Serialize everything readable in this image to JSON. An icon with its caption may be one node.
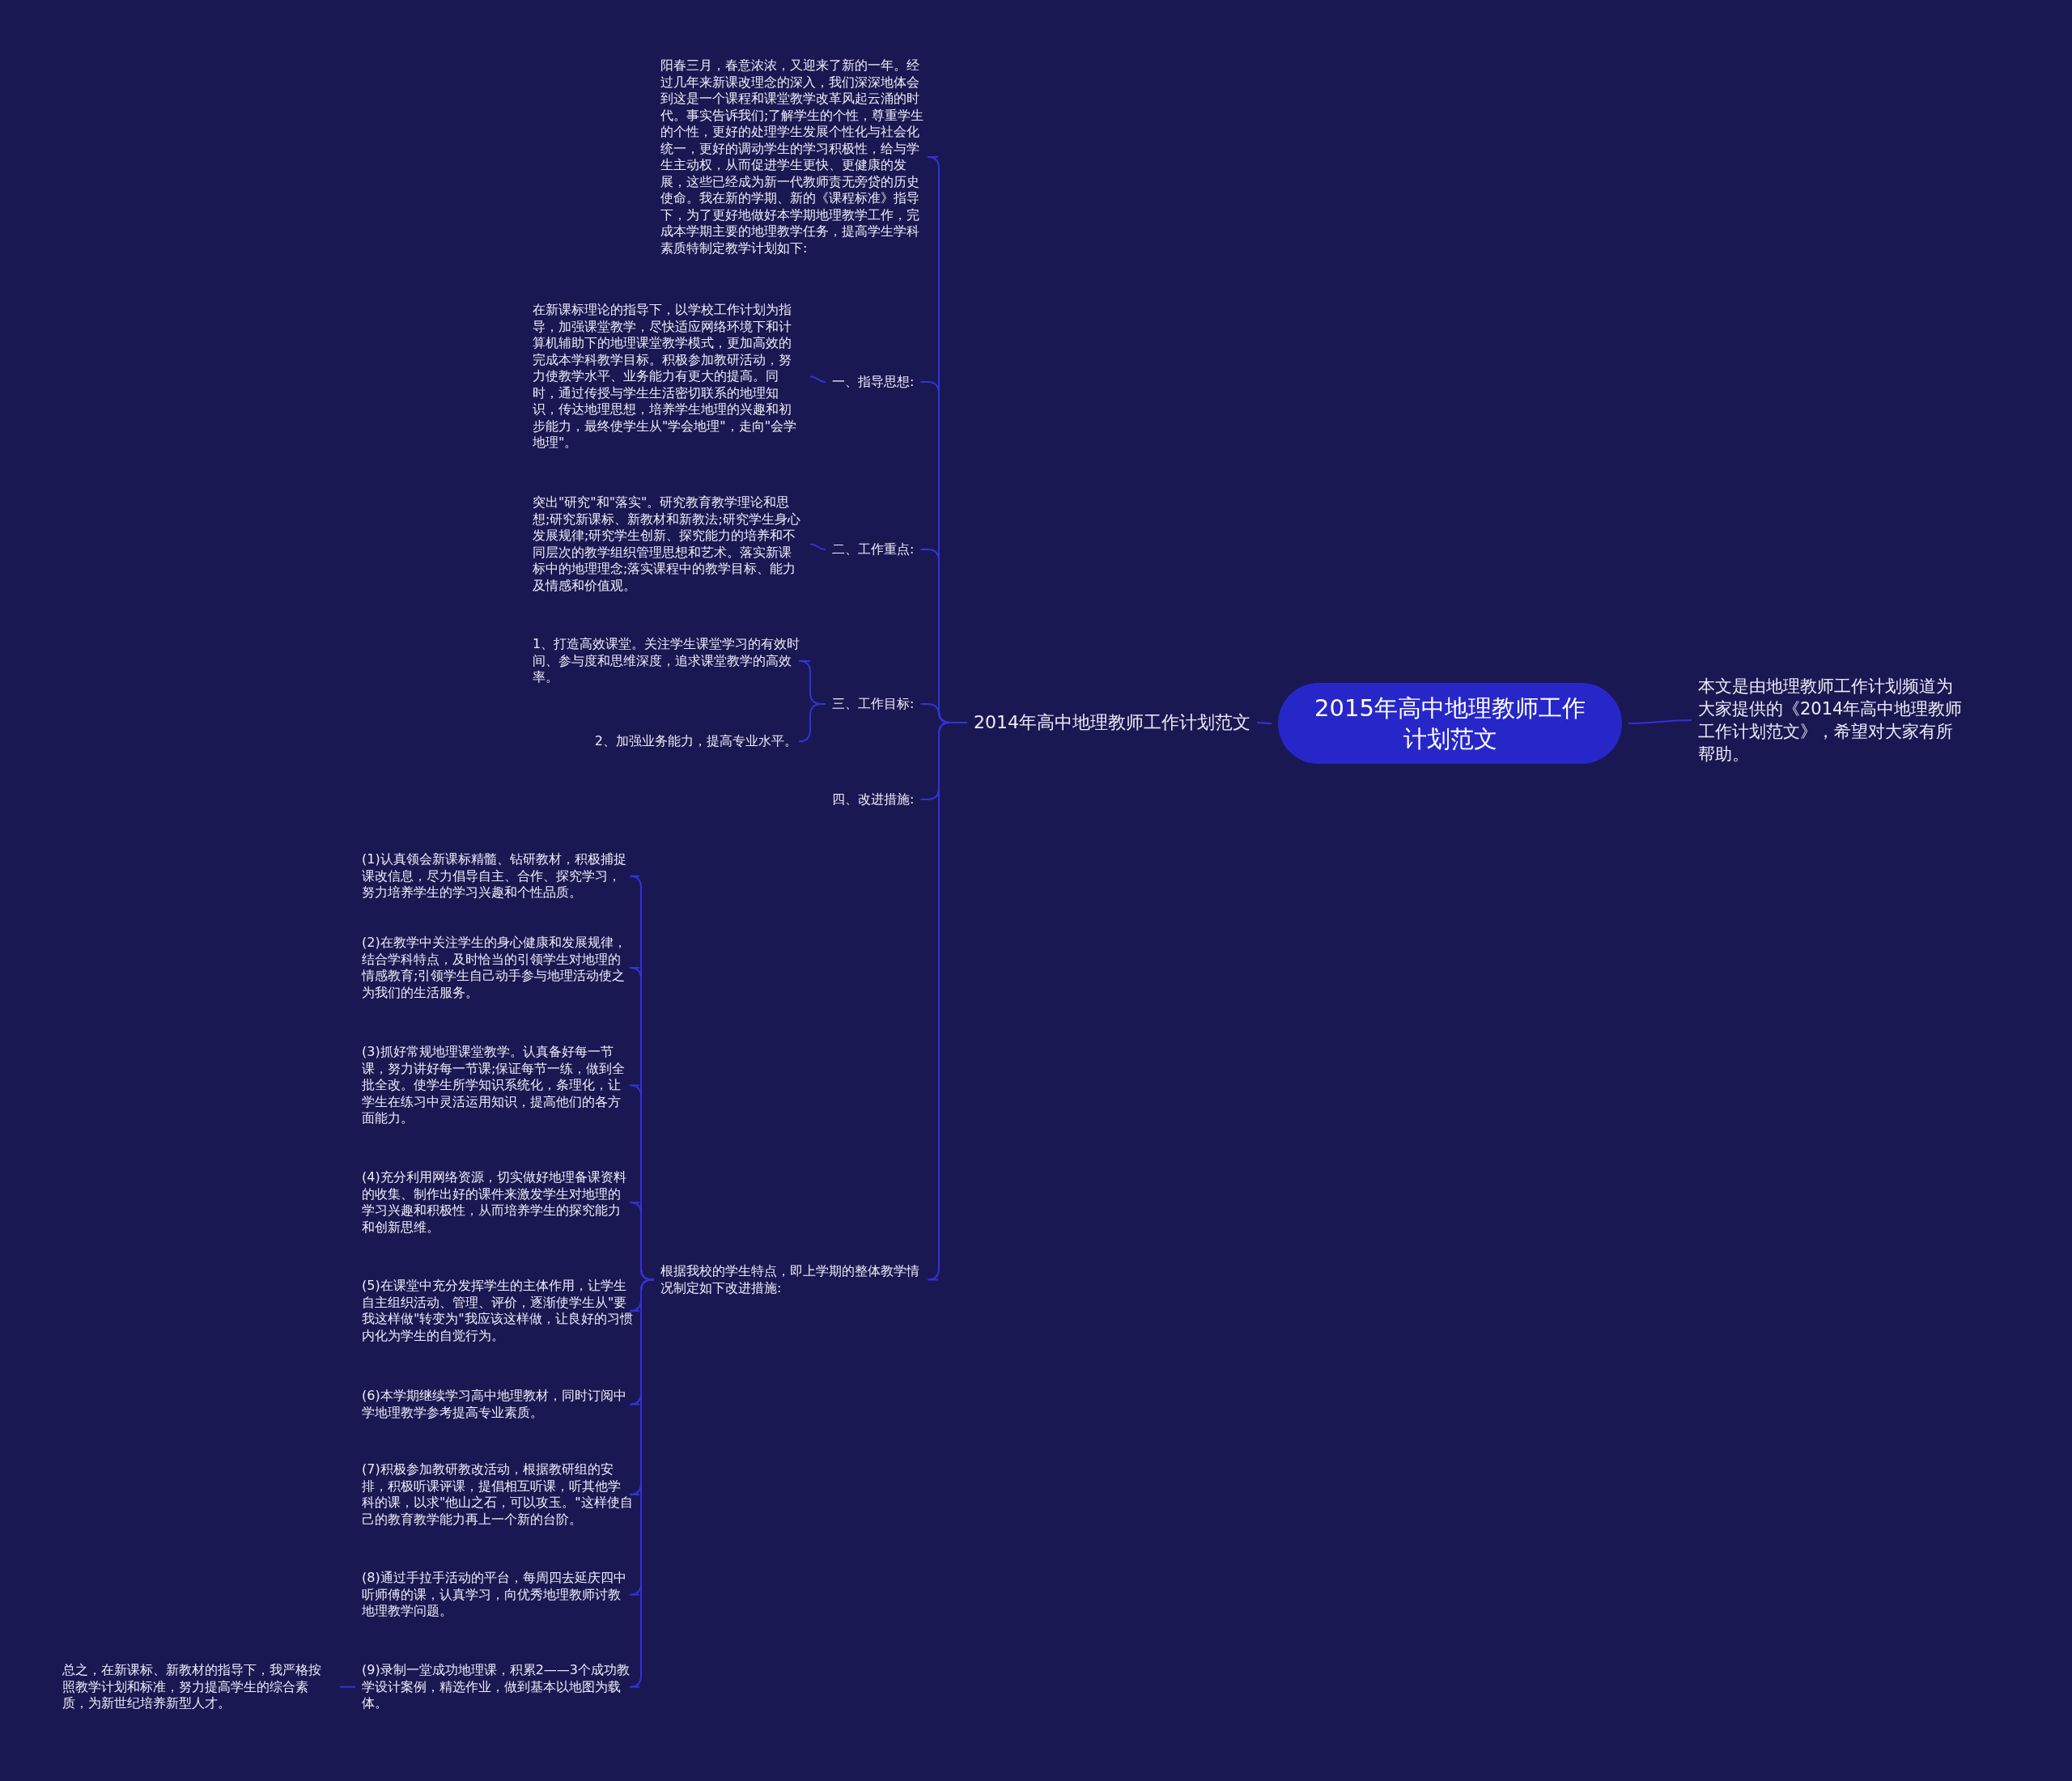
{
  "diagram": {
    "nodes": [
      {
        "text": [
          "2015年高中地理教师工作计划范文"
        ]
      },
      {
        "text": [
          "本文是由地理教师工作计划频道为大家提供的《2014年高中地理教师工作计划范文》，希望对大家有所帮助。"
        ]
      },
      {
        "text": [
          "2014年高中地理教师工作计划范文"
        ]
      },
      {
        "text": [
          "阳春三月，春意浓浓，又迎来了新的一年。经过几年来新课改理念的深入，我们深深地体会到这是一个课程和课堂教学改革风起云涌的时代。事实告诉我们;了解学生的个性，尊重学生的个性，更好的处理学生发展个性化与社会化统一，更好的调动学生的学习积极性，给与学生主动权，从而促进学生更快、更健康的发展，这些已经成为新一代教师责无旁贷的历史使命。我在新的学期、新的《课程标准》指导下，为了更好地做好本学期地理教学工作，完成本学期主要的地理教学任务，提高学生学科素质特制定教学计划如下:"
        ]
      },
      {
        "text": [
          "一、指导思想:"
        ]
      },
      {
        "text": [
          "在新课标理论的指导下，以学校工作计划为指导，加强课堂教学，尽快适应网络环境下和计算机辅助下的地理课堂教学模式，更加高效的完成本学科教学目标。积极参加教研活动，努力使教学水平、业务能力有更大的提高。同时，通过传授与学生生活密切联系的地理知识，传达地理思想，培养学生地理的兴趣和初步能力，最终使学生从\"学会地理\"，走向\"会学地理\"。"
        ]
      },
      {
        "text": [
          "二、工作重点:"
        ]
      },
      {
        "text": [
          "突出\"研究\"和\"落实\"。研究教育教学理论和思想;研究新课标、新教材和新教法;研究学生身心发展规律;研究学生创新、探究能力的培养和不同层次的教学组织管理思想和艺术。落实新课标中的地理理念;落实课程中的教学目标、能力及情感和价值观。"
        ]
      },
      {
        "text": [
          "三、工作目标:"
        ]
      },
      {
        "text": [
          "1、打造高效课堂。关注学生课堂学习的有效时间、参与度和思维深度，追求课堂教学的高效率。"
        ]
      },
      {
        "text": [
          "2、加强业务能力，提高专业水平。"
        ]
      },
      {
        "text": [
          "四、改进措施:"
        ]
      },
      {
        "text": [
          "根据我校的学生特点，即上学期的整体教学情况制定如下改进措施:"
        ]
      },
      {
        "text": [
          "(1)认真领会新课标精髓、钻研教材，积极捕捉课改信息，尽力倡导自主、合作、探究学习，努力培养学生的学习兴趣和个性品质。"
        ]
      },
      {
        "text": [
          "(2)在教学中关注学生的身心健康和发展规律，结合学科特点，及时恰当的引领学生对地理的情感教育;引领学生自己动手参与地理活动使之为我们的生活服务。"
        ]
      },
      {
        "text": [
          "(3)抓好常规地理课堂教学。认真备好每一节课，努力讲好每一节课;保证每节一练，做到全批全改。使学生所学知识系统化，条理化，让学生在练习中灵活运用知识，提高他们的各方面能力。"
        ]
      },
      {
        "text": [
          "(4)充分利用网络资源，切实做好地理备课资料的收集、制作出好的课件来激发学生对地理的学习兴趣和积极性，从而培养学生的探究能力和创新思维。"
        ]
      },
      {
        "text": [
          "(5)在课堂中充分发挥学生的主体作用，让学生自主组织活动、管理、评价，逐渐使学生从\"要我这样做\"转变为\"我应该这样做，让良好的习惯内化为学生的自觉行为。"
        ]
      },
      {
        "text": [
          "(6)本学期继续学习高中地理教材，同时订阅中学地理教学参考提高专业素质。"
        ]
      },
      {
        "text": [
          "(7)积极参加教研教改活动，根据教研组的安排，积极听课评课，提倡相互听课，听其他学科的课，以求\"他山之石，可以攻玉。\"这样使自己的教育教学能力再上一个新的台阶。"
        ]
      },
      {
        "text": [
          "(8)通过手拉手活动的平台，每周四去延庆四中听师傅的课，认真学习，向优秀地理教师讨教地理教学问题。"
        ]
      },
      {
        "text": [
          "(9)录制一堂成功地理课，积累2——3个成功教学设计案例，精选作业，做到基本以地图为载体。"
        ]
      },
      {
        "text": [
          "总之，在新课标、新教材的指导下，我严格按照教学计划和标准，努力提高学生的综合素质，为新世纪培养新型人才。"
        ]
      }
    ],
    "edges": [
      {
        "from": 0,
        "to": 1,
        "arrow": "none"
      },
      {
        "from": 0,
        "to": 2,
        "arrow": "none"
      },
      {
        "from": 2,
        "to": 3,
        "arrow": "none"
      },
      {
        "from": 2,
        "to": 4,
        "arrow": "none"
      },
      {
        "from": 4,
        "to": 5,
        "arrow": "none"
      },
      {
        "from": 2,
        "to": 6,
        "arrow": "none"
      },
      {
        "from": 6,
        "to": 7,
        "arrow": "none"
      },
      {
        "from": 2,
        "to": 8,
        "arrow": "none"
      },
      {
        "from": 8,
        "to": 9,
        "arrow": "none"
      },
      {
        "from": 8,
        "to": 10,
        "arrow": "none"
      },
      {
        "from": 2,
        "to": 11,
        "arrow": "none"
      },
      {
        "from": 2,
        "to": 12,
        "arrow": "none"
      },
      {
        "from": 12,
        "to": 13,
        "arrow": "none"
      },
      {
        "from": 12,
        "to": 14,
        "arrow": "none"
      },
      {
        "from": 12,
        "to": 15,
        "arrow": "none"
      },
      {
        "from": 12,
        "to": 16,
        "arrow": "none"
      },
      {
        "from": 12,
        "to": 17,
        "arrow": "none"
      },
      {
        "from": 12,
        "to": 18,
        "arrow": "none"
      },
      {
        "from": 12,
        "to": 19,
        "arrow": "none"
      },
      {
        "from": 12,
        "to": 20,
        "arrow": "none"
      },
      {
        "from": 12,
        "to": 21,
        "arrow": "none"
      },
      {
        "from": 21,
        "to": 22,
        "arrow": "none"
      }
    ]
  }
}
